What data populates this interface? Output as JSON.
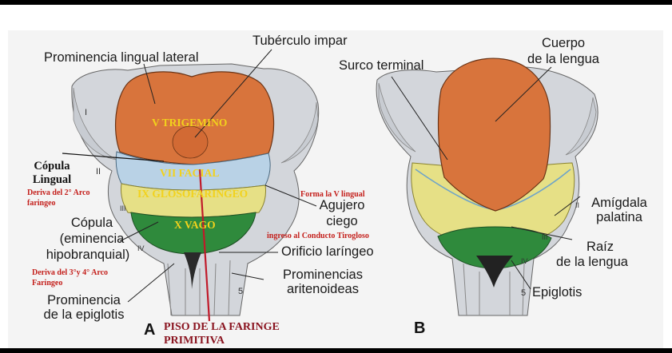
{
  "panels": {
    "a": "A",
    "b": "B"
  },
  "labels_a": {
    "prominencia_lingual_lateral": "Prominencia lingual lateral",
    "tuberculo_impar": "Tubérculo impar",
    "copula_eminencia_1": "Cópula",
    "copula_eminencia_2": "(eminencia",
    "copula_eminencia_3": "hipobranquial)",
    "prominencia_epiglotis_1": "Prominencia",
    "prominencia_epiglotis_2": "de la epiglotis",
    "agujero_ciego_1": "Agujero",
    "agujero_ciego_2": "ciego",
    "orificio_laringeo": "Orificio laríngeo",
    "prominencias_aritenoideas_1": "Prominencias",
    "prominencias_aritenoideas_2": "aritenoideas",
    "roman_i": "I",
    "roman_ii": "II",
    "roman_iii": "III",
    "roman_iv": "IV",
    "arabic_5": "5"
  },
  "labels_b": {
    "surco_terminal": "Surco terminal",
    "cuerpo_lengua_1": "Cuerpo",
    "cuerpo_lengua_2": "de la lengua",
    "amigdala_1": "Amígdala",
    "amigdala_2": "palatina",
    "raiz_1": "Raíz",
    "raiz_2": "de la lengua",
    "epiglotis": "Epiglotis",
    "roman_ii": "II",
    "roman_iii": "III",
    "roman_iv": "IV",
    "arabic_5": "5"
  },
  "annotations": {
    "copula_lingual_1": "Cópula",
    "copula_lingual_2": "Lingual",
    "deriva_2_arco_1": "Deriva del 2° Arco",
    "deriva_2_arco_2": "faringeo",
    "deriva_3_4_arco_1": "Deriva del 3°y 4° Arco",
    "deriva_3_4_arco_2": "Faringeo",
    "v_trigemino": "V TRIGEMINO",
    "vii_facial": "VII FACIAL",
    "glosofaringeo": "IX GLOSOFARINGEO",
    "x_vago": "X VAGO",
    "forma_v_lingual": "Forma la V lingual",
    "ingreso_tirogloso": "ingreso al Conducto Tirogloso",
    "piso_1": "PISO DE LA FARINGE",
    "piso_2": "PRIMITIVA"
  },
  "colors": {
    "frame": "#000000",
    "trigemino_region": "#d8743c",
    "facial_region": "#b9d2e6",
    "glosofaringeo_region": "#e6e086",
    "vago_region": "#2f8a3c",
    "tissue_grey": "#d3d6db",
    "annotation_red": "#c4201c",
    "annotation_yellow": "#f2d21c",
    "piso_line": "#c01a2a"
  }
}
